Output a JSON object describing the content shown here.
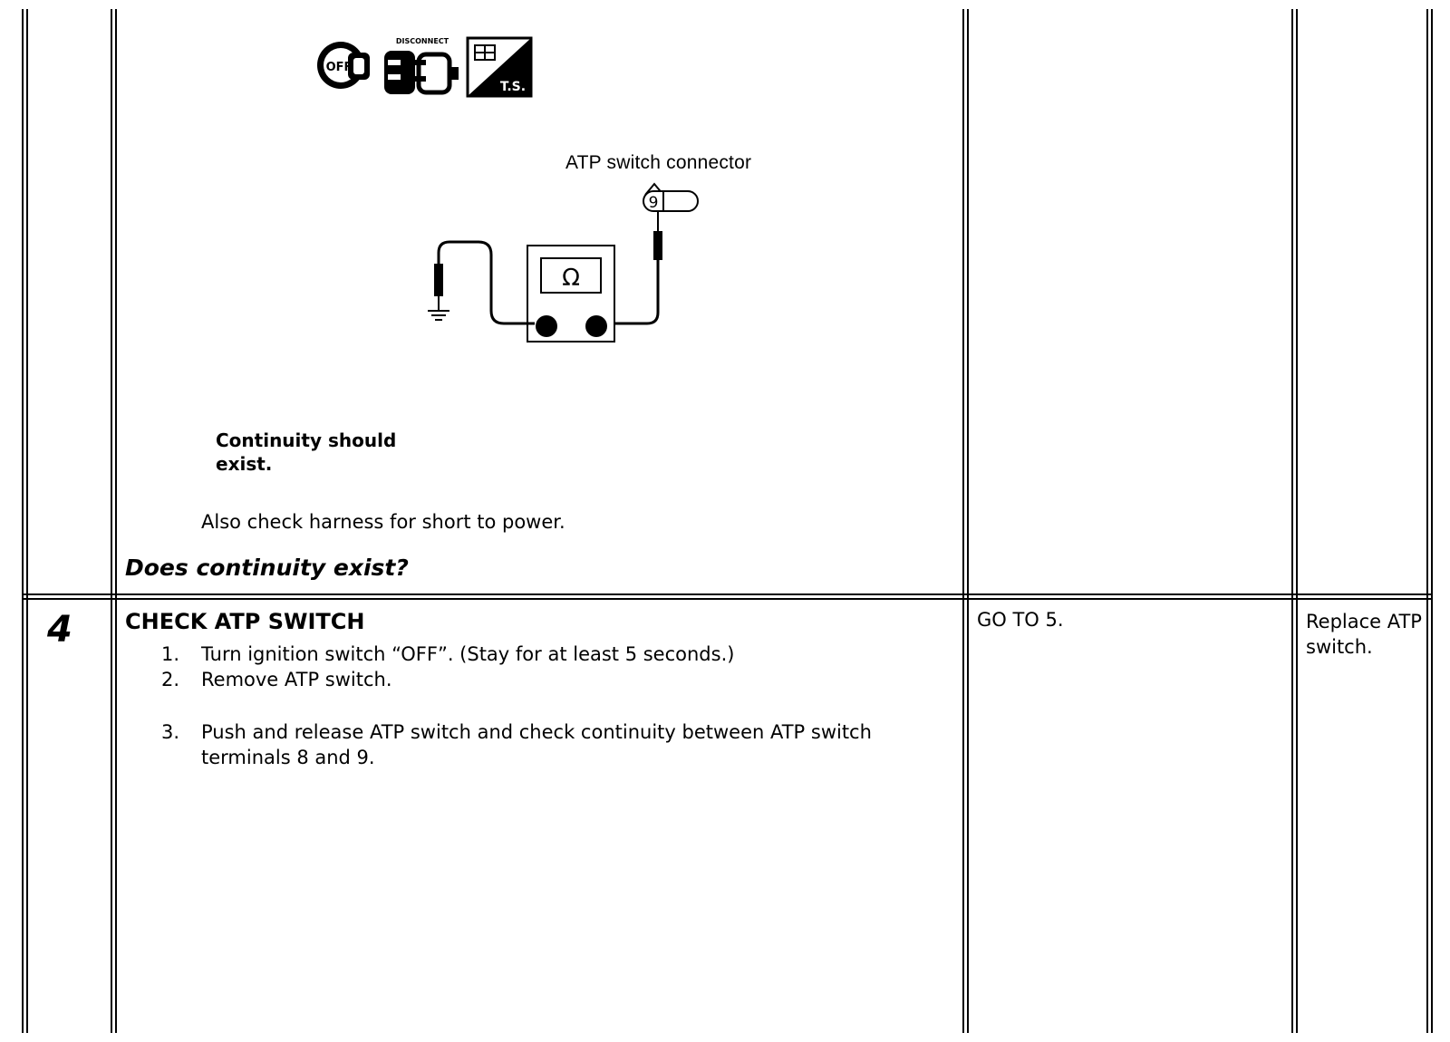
{
  "icons": {
    "ignition_icon": "ignition-off-key-icon",
    "ignition_text": "OFF",
    "disconnect_icon": "disconnect-connector-icon",
    "disconnect_text": "DISCONNECT",
    "ts_icon": "test-tool-ts-icon",
    "ts_text": "T.S."
  },
  "diagram": {
    "connector_label": "ATP switch connector",
    "terminal": "9",
    "meter_symbol": "Ω"
  },
  "step3": {
    "expected_result": "Continuity should exist.",
    "also_check": "Also check harness for short to power.",
    "question": "Does continuity exist?"
  },
  "step4": {
    "number": "4",
    "title": "CHECK ATP SWITCH",
    "items": [
      {
        "num": "1.",
        "text": "Turn ignition switch “OFF”. (Stay for at least 5 seconds.)"
      },
      {
        "num": "2.",
        "text": "Remove ATP switch."
      },
      {
        "num": "3.",
        "text": "Push and release ATP switch and check continuity between ATP switch terminals 8 and 9."
      }
    ],
    "ok_action": "GO TO 5.",
    "ng_action": "Replace ATP switch."
  }
}
